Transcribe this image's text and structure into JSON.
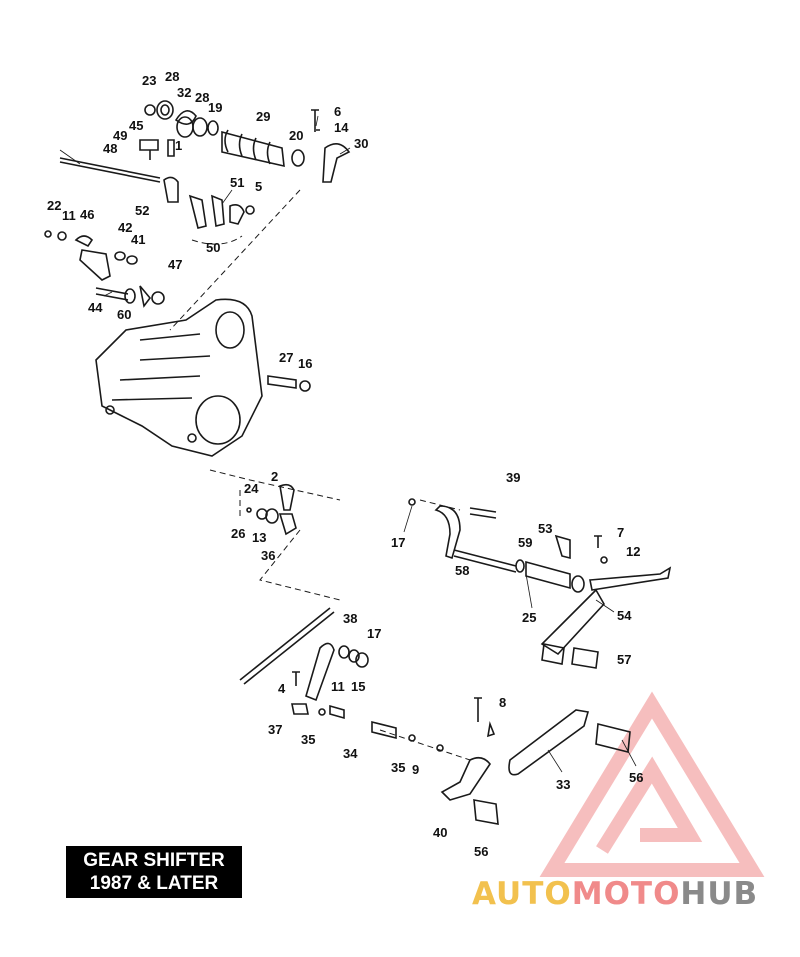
{
  "title": {
    "line1": "GEAR SHIFTER",
    "line2": "1987 & LATER"
  },
  "watermark": {
    "word1": "AUTO",
    "word2": "MOTO",
    "word3": "HUB",
    "color_yellow": "#f2c14e",
    "color_red": "#f08a8a",
    "color_gray": "#8a8a8a"
  },
  "callouts": [
    "23",
    "28",
    "32",
    "28",
    "19",
    "29",
    "6",
    "14",
    "45",
    "49",
    "48",
    "1",
    "20",
    "30",
    "51",
    "5",
    "52",
    "50",
    "22",
    "11",
    "46",
    "42",
    "41",
    "47",
    "44",
    "60",
    "27",
    "16",
    "24",
    "2",
    "26",
    "13",
    "36",
    "39",
    "17",
    "53",
    "7",
    "59",
    "12",
    "58",
    "25",
    "54",
    "57",
    "38",
    "17",
    "4",
    "11",
    "15",
    "37",
    "35",
    "34",
    "35",
    "9",
    "8",
    "56",
    "33",
    "40",
    "56"
  ]
}
